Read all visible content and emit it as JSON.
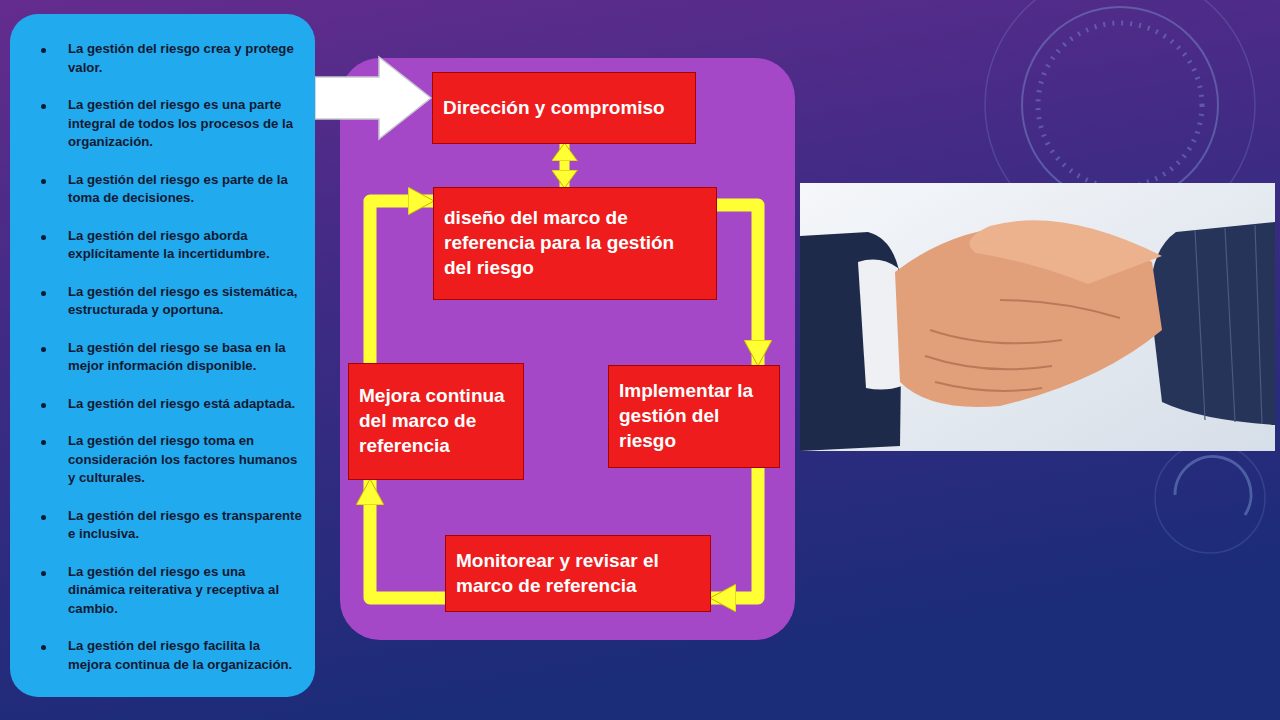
{
  "diagram": {
    "nodes": [
      {
        "text": [
          "La gestión del riesgo crea y protege valor.",
          "La gestión del riesgo es una parte integral de todos los procesos de la organización.",
          "La gestión del riesgo es parte de la toma de decisiones.",
          "La gestión del riesgo aborda explícitamente la incertidumbre.",
          "La gestión del riesgo es sistemática, estructurada y oportuna.",
          "La gestión del riesgo se basa en la mejor información disponible.",
          "La gestión del riesgo está adaptada.",
          "La gestión del riesgo toma en consideración los factores humanos y culturales.",
          "La gestión del riesgo es transparente e inclusiva.",
          "La gestión del riesgo es una dinámica reiterativa y receptiva al cambio.",
          "La gestión del riesgo facilita la mejora continua de la organización."
        ]
      },
      {
        "text": [
          "Dirección y compromiso"
        ]
      },
      {
        "text": [
          "diseño del marco de referencia para la gestión del riesgo"
        ]
      },
      {
        "text": [
          "Mejora continua del marco de referencia"
        ]
      },
      {
        "text": [
          "Implementar la gestión del riesgo"
        ]
      },
      {
        "text": [
          "Monitorear y revisar el marco de referencia"
        ]
      }
    ],
    "edges": [
      {
        "from": 0,
        "to": 1,
        "arrow": "to"
      },
      {
        "from": 1,
        "to": 2,
        "arrow": "both"
      },
      {
        "from": 2,
        "to": 4,
        "arrow": "to"
      },
      {
        "from": 4,
        "to": 5,
        "arrow": "to"
      },
      {
        "from": 5,
        "to": 3,
        "arrow": "to"
      },
      {
        "from": 3,
        "to": 2,
        "arrow": "to"
      }
    ]
  }
}
